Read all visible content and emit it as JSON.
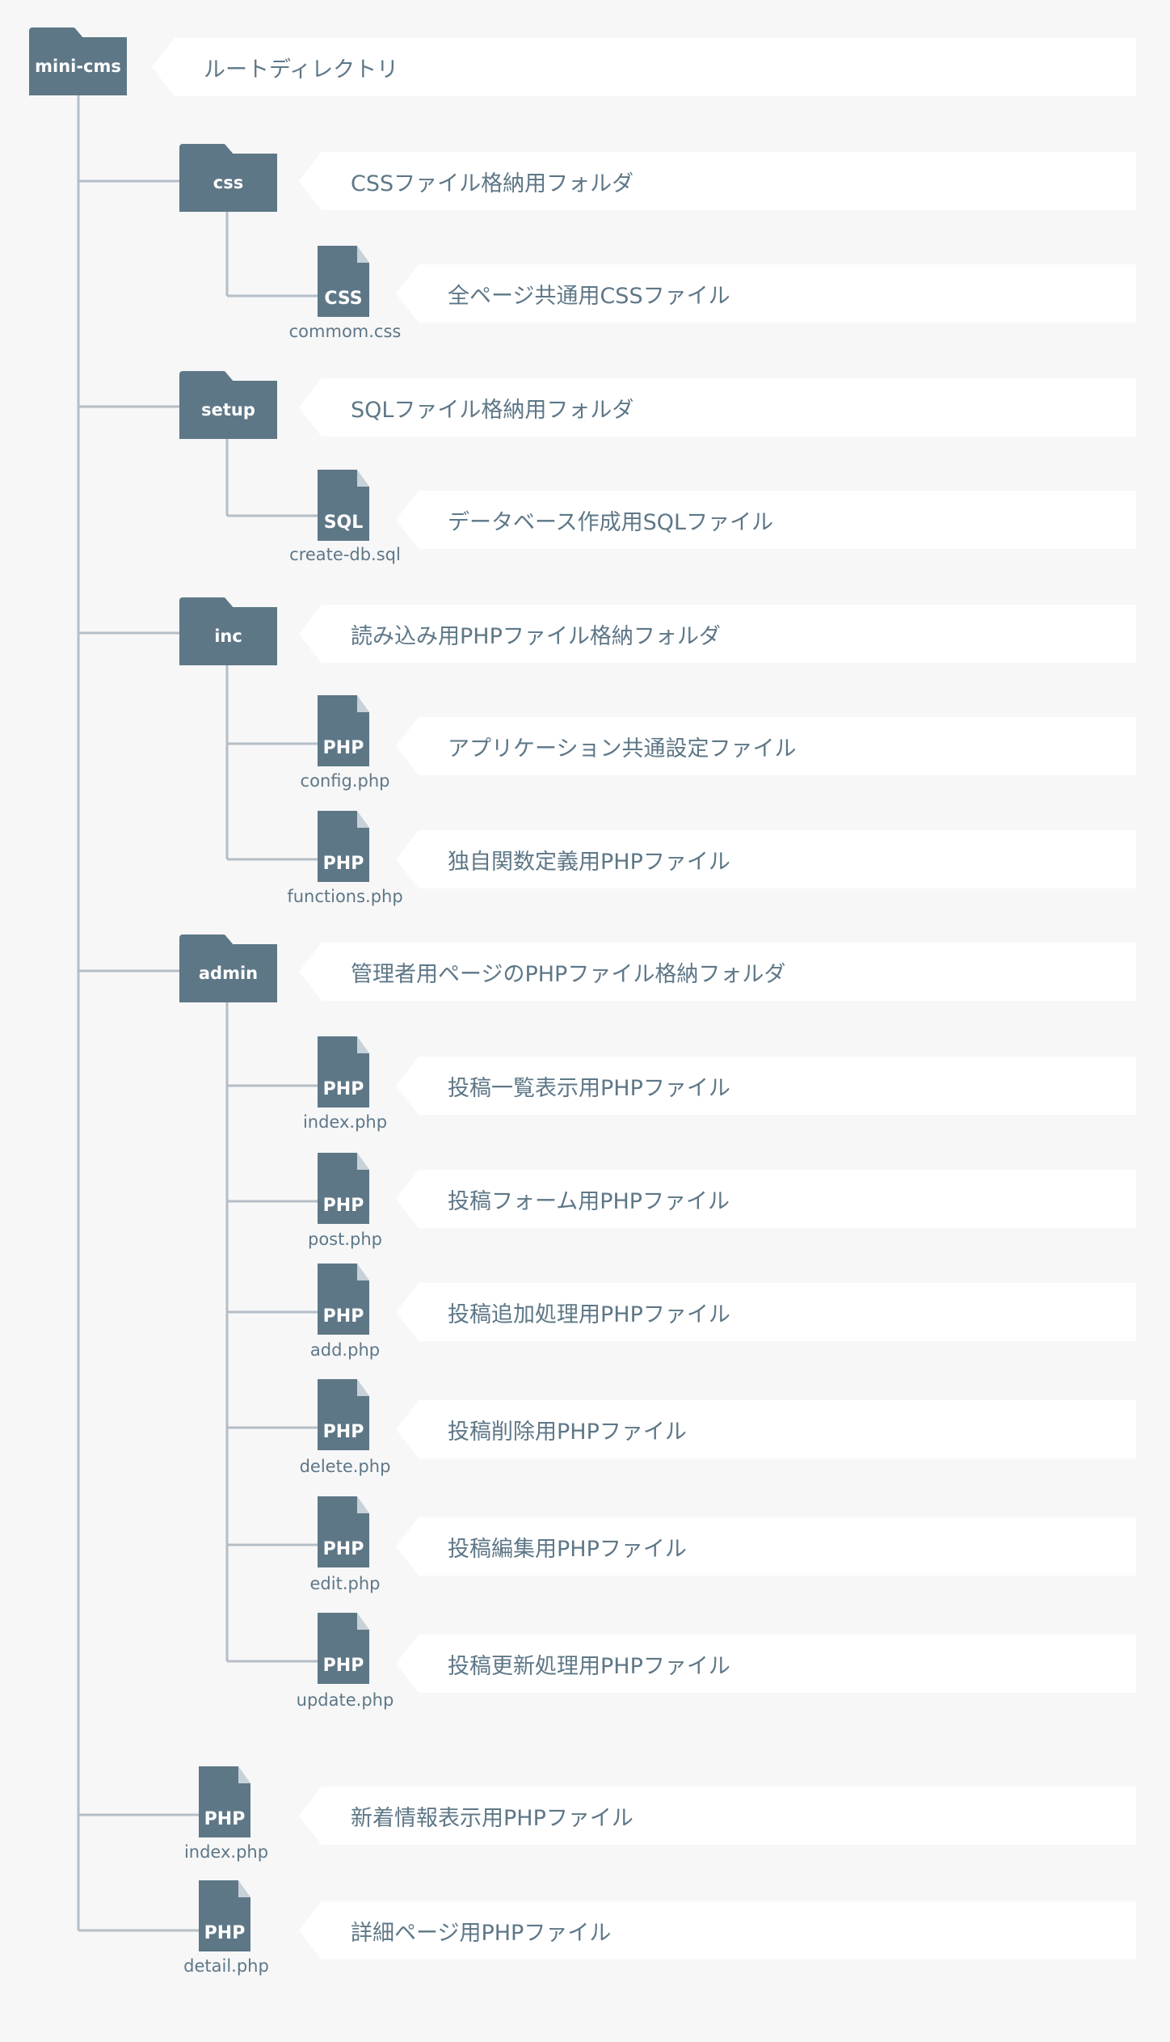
{
  "tree": {
    "root": {
      "name": "mini-cms",
      "desc": "ルートディレクトリ"
    },
    "css_folder": {
      "name": "css",
      "desc": "CSSファイル格納用フォルダ"
    },
    "css_file": {
      "badge": "CSS",
      "name": "commom.css",
      "desc": "全ページ共通用CSSファイル"
    },
    "setup_folder": {
      "name": "setup",
      "desc": "SQLファイル格納用フォルダ"
    },
    "sql_file": {
      "badge": "SQL",
      "name": "create-db.sql",
      "desc": "データベース作成用SQLファイル"
    },
    "inc_folder": {
      "name": "inc",
      "desc": "読み込み用PHPファイル格納フォルダ"
    },
    "config_file": {
      "badge": "PHP",
      "name": "config.php",
      "desc": "アプリケーション共通設定ファイル"
    },
    "functions_file": {
      "badge": "PHP",
      "name": "functions.php",
      "desc": "独自関数定義用PHPファイル"
    },
    "admin_folder": {
      "name": "admin",
      "desc": "管理者用ページのPHPファイル格納フォルダ"
    },
    "admin_index": {
      "badge": "PHP",
      "name": "index.php",
      "desc": "投稿一覧表示用PHPファイル"
    },
    "admin_post": {
      "badge": "PHP",
      "name": "post.php",
      "desc": "投稿フォーム用PHPファイル"
    },
    "admin_add": {
      "badge": "PHP",
      "name": "add.php",
      "desc": "投稿追加処理用PHPファイル"
    },
    "admin_delete": {
      "badge": "PHP",
      "name": "delete.php",
      "desc": "投稿削除用PHPファイル"
    },
    "admin_edit": {
      "badge": "PHP",
      "name": "edit.php",
      "desc": "投稿編集用PHPファイル"
    },
    "admin_update": {
      "badge": "PHP",
      "name": "update.php",
      "desc": "投稿更新処理用PHPファイル"
    },
    "root_index": {
      "badge": "PHP",
      "name": "index.php",
      "desc": "新着情報表示用PHPファイル"
    },
    "root_detail": {
      "badge": "PHP",
      "name": "detail.php",
      "desc": "詳細ページ用PHPファイル"
    }
  },
  "colors": {
    "icon": "#5e7787",
    "line": "#b4bec6",
    "label_bg": "#ffffff",
    "background": "#f7f7f8"
  }
}
